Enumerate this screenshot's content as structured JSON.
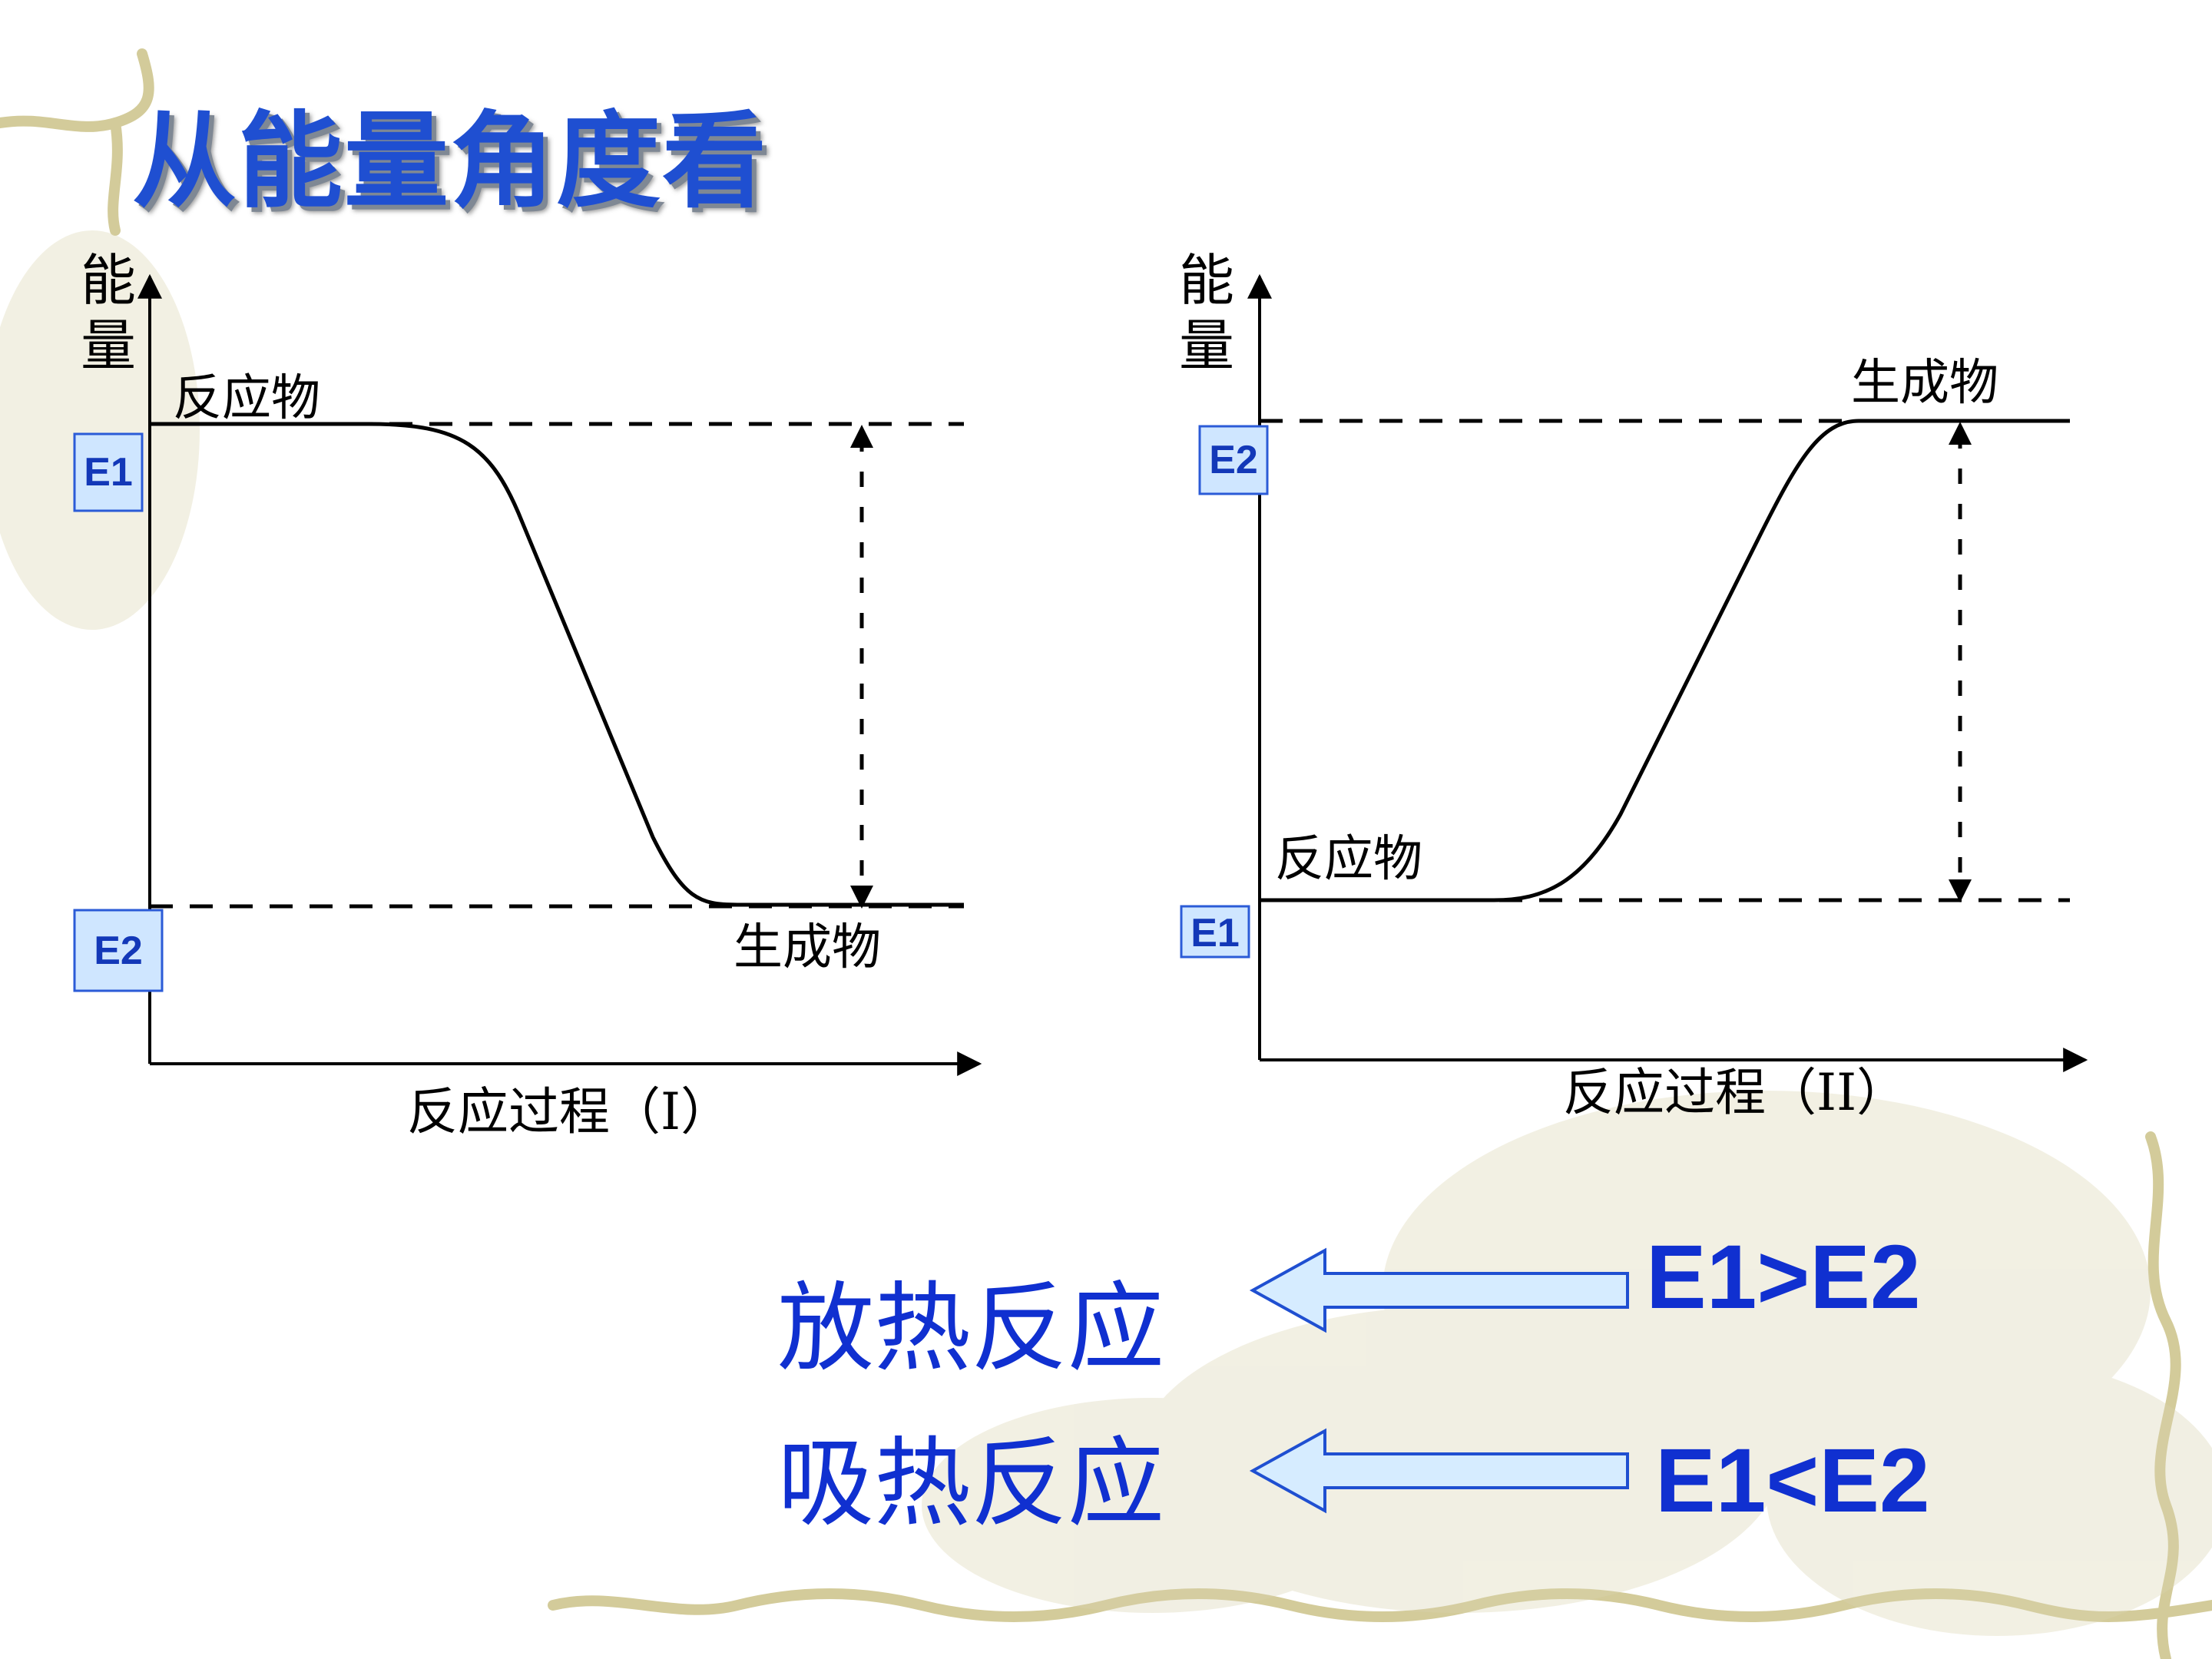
{
  "title": "从能量角度看",
  "diagrams": [
    {
      "y_label_chars": [
        "能",
        "量"
      ],
      "x_label": "反应过程（I）",
      "reactant_label": "反应物",
      "product_label": "生成物",
      "top_level_box": "E1",
      "bottom_level_box": "E2"
    },
    {
      "y_label_chars": [
        "能",
        "量"
      ],
      "x_label": "反应过程（II）",
      "reactant_label": "反应物",
      "product_label": "生成物",
      "top_level_box": "E2",
      "bottom_level_box": "E1"
    }
  ],
  "conclusions": [
    {
      "reaction": "放热反应",
      "relation": "E1>E2"
    },
    {
      "reaction": "吸热反应",
      "relation": "E1<E2"
    }
  ],
  "colors": {
    "title": "#1f4fd1",
    "conclusion_text": "#1030d0",
    "box_fill": "#cfe6ff",
    "box_stroke": "#2b5bd7",
    "arrow_fill": "#d6ecff",
    "arrow_stroke": "#1f4fd1"
  }
}
